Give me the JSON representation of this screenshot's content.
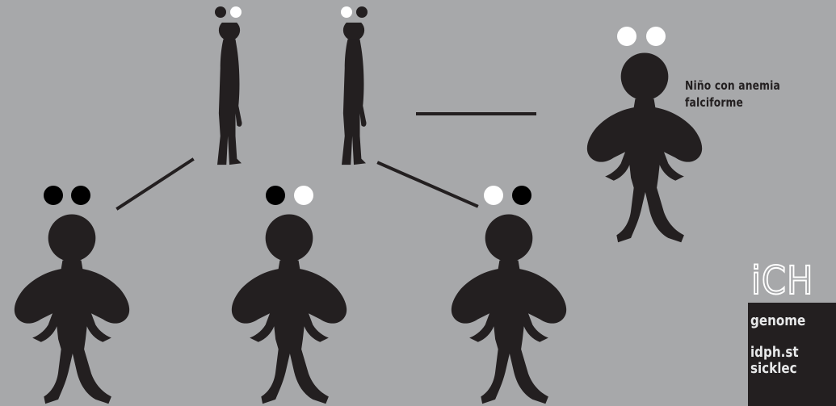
{
  "caption": {
    "line1": "Niño con anemia",
    "line2": "falciforme"
  },
  "brand": {
    "text": "iCH"
  },
  "info": {
    "line1": "genome",
    "line2": "idph.st",
    "line3": "sicklec"
  },
  "colors": {
    "background": "#a7a8aa",
    "figure": "#231f20",
    "dot_white": "#ffffff",
    "dot_black": "#000000",
    "box": "#231f20"
  },
  "gene_dots": {
    "mother": [
      "black",
      "white"
    ],
    "father": [
      "white",
      "black"
    ],
    "child1": [
      "black",
      "black"
    ],
    "child2": [
      "black",
      "white"
    ],
    "child3": [
      "white",
      "black"
    ],
    "affected_child": [
      "white",
      "white"
    ]
  }
}
